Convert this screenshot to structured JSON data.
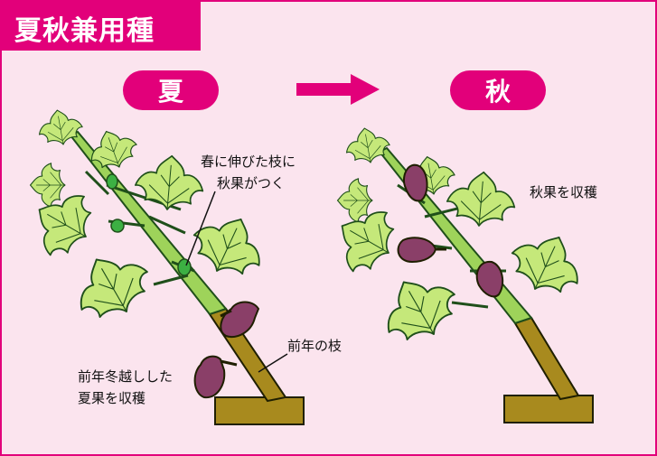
{
  "title": "夏秋兼用種",
  "season_left": "夏",
  "season_right": "秋",
  "labels": {
    "spring_branch_line1": "春に伸びた枝に",
    "spring_branch_line2": "秋果がつく",
    "last_year_branch": "前年の枝",
    "summer_harvest_line1": "前年冬越しした",
    "summer_harvest_line2": "夏果を収穫",
    "autumn_harvest": "秋果を収穫"
  },
  "colors": {
    "accent": "#e2007a",
    "background": "#fbe4ee",
    "leaf": "#c5e87a",
    "young_stem": "#9ed35a",
    "old_stem": "#a88a1e",
    "fig": "#8a3f68",
    "green_fruit": "#3cb043"
  }
}
